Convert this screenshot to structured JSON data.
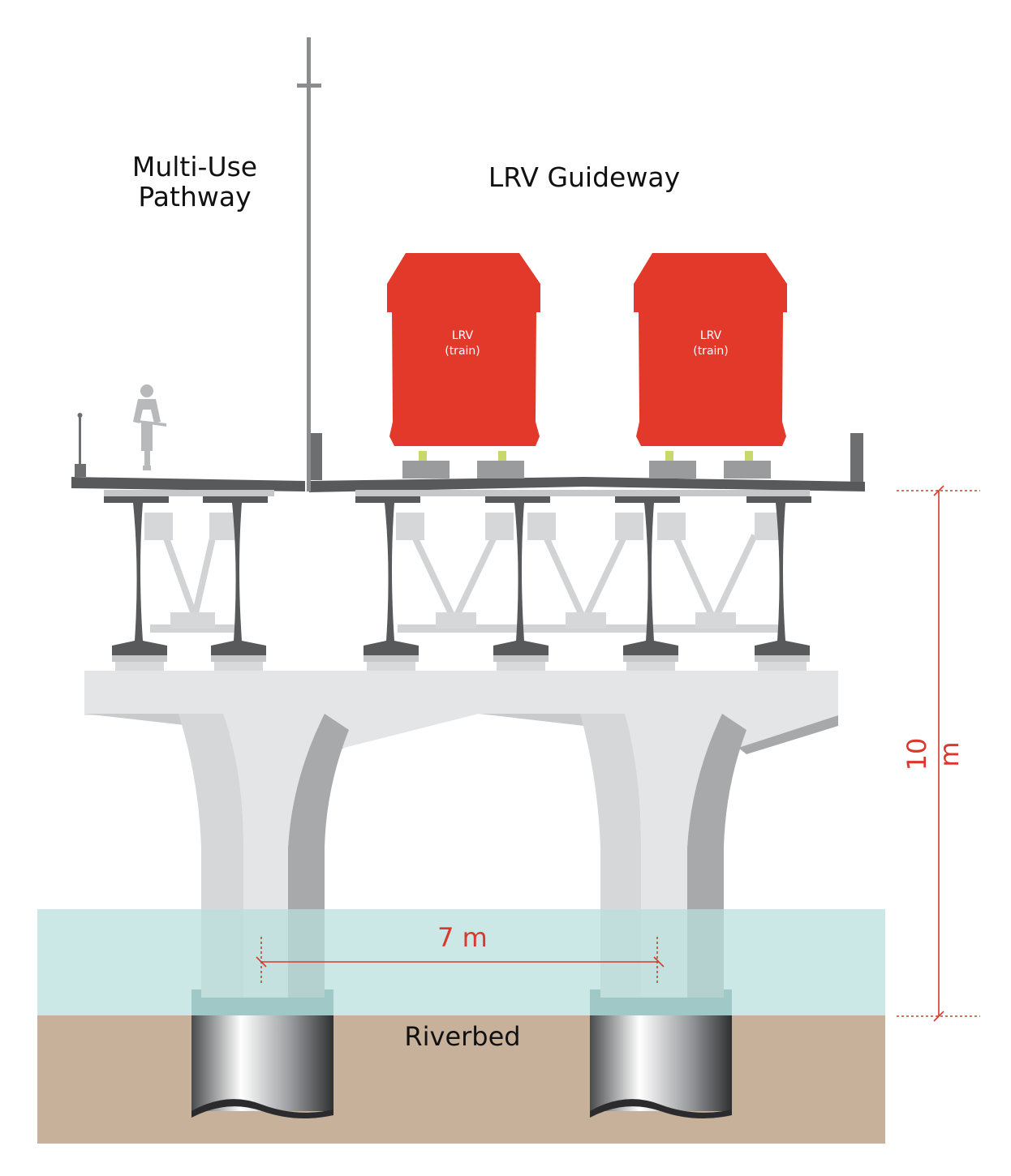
{
  "labels": {
    "pathway_line1": "Multi-Use",
    "pathway_line2": "Pathway",
    "guideway": "LRV Guideway",
    "riverbed": "Riverbed"
  },
  "trains": [
    {
      "line1": "LRV",
      "line2": "(train)"
    },
    {
      "line1": "LRV",
      "line2": "(train)"
    }
  ],
  "dimensions": {
    "span": "7 m",
    "height": "10 m"
  },
  "colors": {
    "train": "#e2392b",
    "dimension": "#d9382c",
    "water": "#cbe5e3",
    "riverbed": "#c7b19b",
    "pier": "#e4e5e7",
    "steel": "#58595b"
  },
  "icons": {
    "cyclist": "cyclist-icon"
  }
}
